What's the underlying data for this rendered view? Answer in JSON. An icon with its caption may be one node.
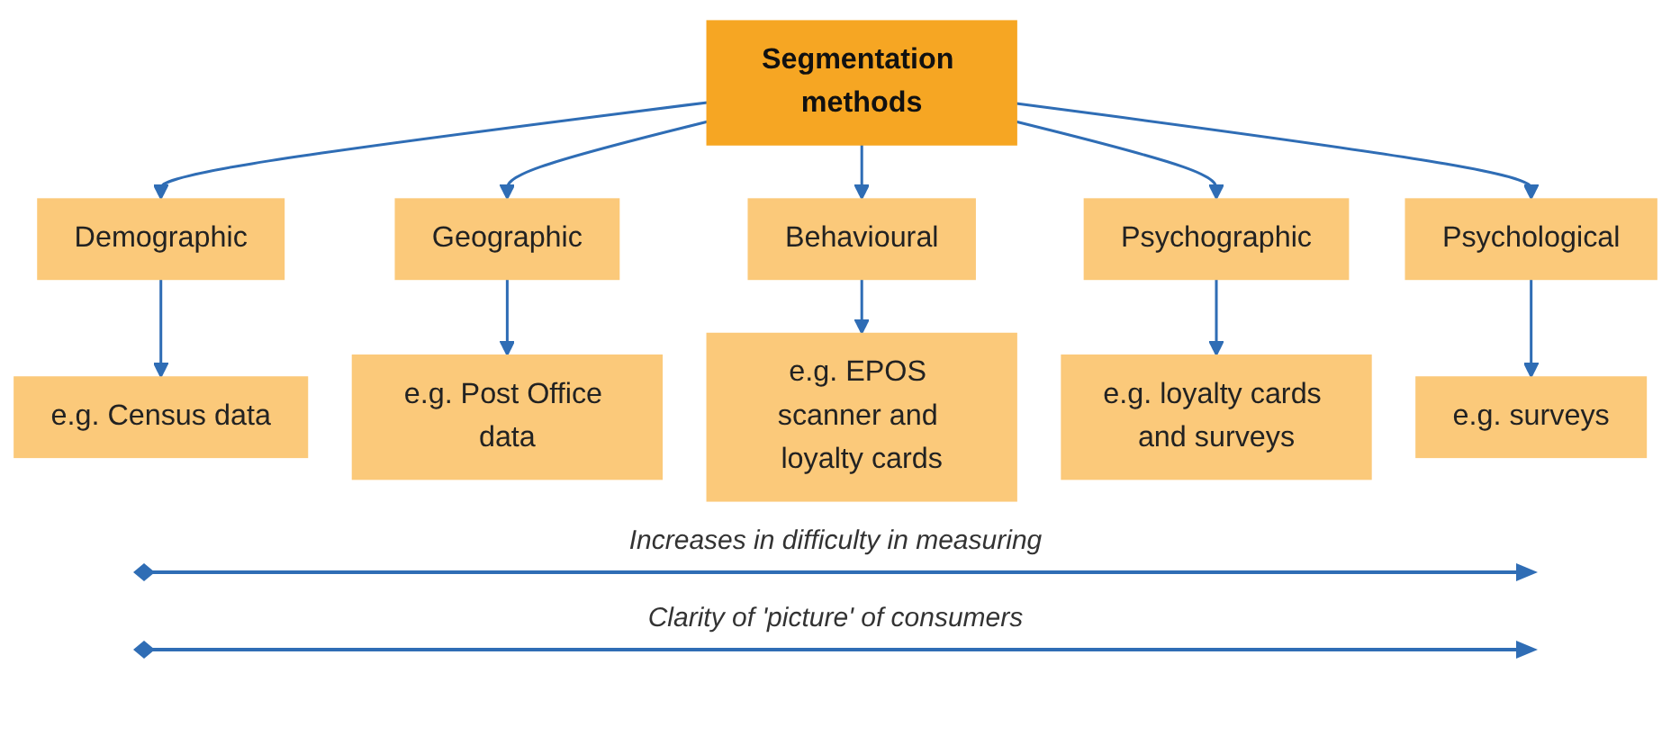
{
  "diagram": {
    "nodes": [
      {
        "text": [
          "Segmentation methods"
        ]
      },
      {
        "text": [
          "Demographic"
        ]
      },
      {
        "text": [
          "Geographic"
        ]
      },
      {
        "text": [
          "Behavioural"
        ]
      },
      {
        "text": [
          "Psychographic"
        ]
      },
      {
        "text": [
          "Psychological"
        ]
      },
      {
        "text": [
          "e.g. Census data"
        ]
      },
      {
        "text": [
          "e.g. Post Office data"
        ]
      },
      {
        "text": [
          "e.g. EPOS scanner and loyalty cards"
        ]
      },
      {
        "text": [
          "e.g. loyalty cards and surveys"
        ]
      },
      {
        "text": [
          "e.g. surveys"
        ]
      }
    ],
    "edges": [
      {
        "from": 0,
        "to": 1,
        "arrow": "to"
      },
      {
        "from": 0,
        "to": 2,
        "arrow": "to"
      },
      {
        "from": 0,
        "to": 3,
        "arrow": "to"
      },
      {
        "from": 0,
        "to": 4,
        "arrow": "to"
      },
      {
        "from": 0,
        "to": 5,
        "arrow": "to"
      },
      {
        "from": 1,
        "to": 6,
        "arrow": "to"
      },
      {
        "from": 2,
        "to": 7,
        "arrow": "to"
      },
      {
        "from": 3,
        "to": 8,
        "arrow": "to"
      },
      {
        "from": 4,
        "to": 9,
        "arrow": "to"
      },
      {
        "from": 5,
        "to": 10,
        "arrow": "to"
      }
    ],
    "labels": [
      "Increases in difficulty in measuring",
      "Clarity of 'picture' of consumers"
    ]
  }
}
